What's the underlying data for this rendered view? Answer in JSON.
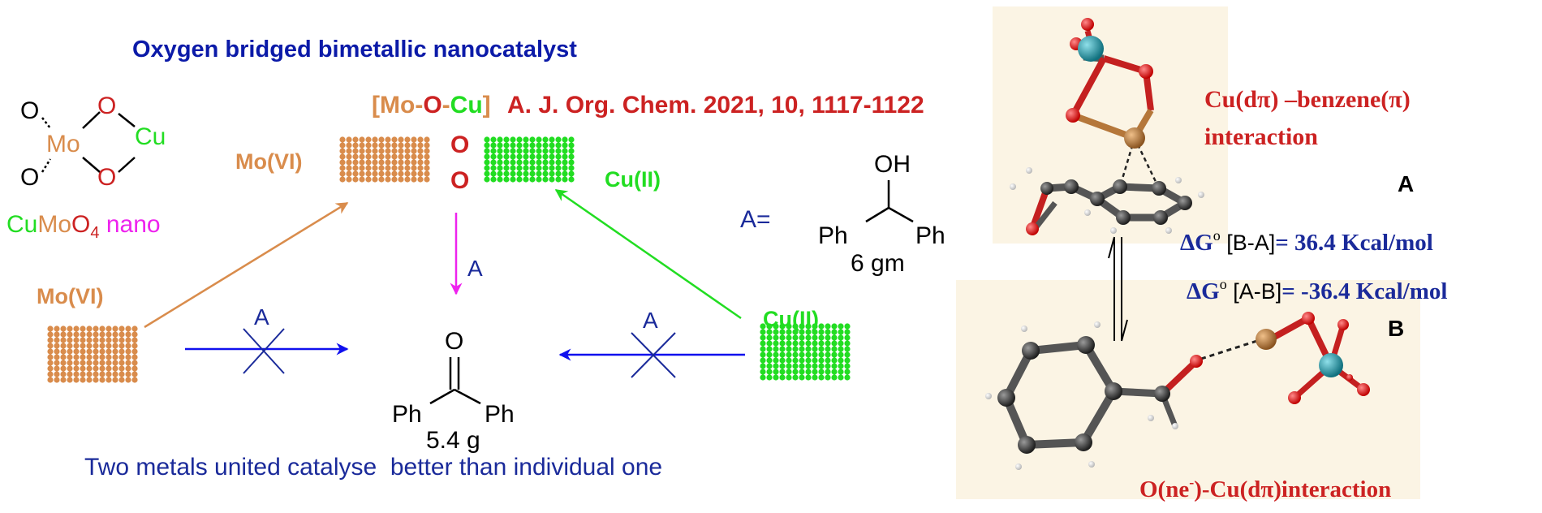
{
  "title": "Oxygen bridged bimetallic nanocatalyst",
  "formula_label": "[Mo-O-Cu]",
  "formula_parts": {
    "mo": "[Mo",
    "dash1": "-",
    "o": "O",
    "dash2": "-",
    "cu": "Cu",
    "close": "]"
  },
  "reference": "A. J. Org. Chem. 2021, 10, 1117-1122",
  "structure": {
    "o_top_left": "O",
    "o_bottom_left": "O",
    "mo": "Mo",
    "o_ring_top": "O",
    "o_ring_bottom": "O",
    "cu": "Cu"
  },
  "nano_label": {
    "cu": "Cu",
    "mo": "Mo",
    "o": "O",
    "subscript": "4",
    "suffix": " nano"
  },
  "mo_vi_label": "Mo(VI)",
  "cu_ii_label": "Cu(II)",
  "bridge_o_top": "O",
  "bridge_o_bottom": "O",
  "a_equals": "A=",
  "arrow_reagent_label": "A",
  "reactant": {
    "oh": "OH",
    "ph_left": "Ph",
    "ph_right": "Ph",
    "amount": "6 gm"
  },
  "product": {
    "o": "O",
    "ph_left": "Ph",
    "ph_right": "Ph",
    "amount": "5.4 g"
  },
  "bottom_caption": "Two metals united catalyse  better than individual one",
  "interaction_top": {
    "line1": "Cu(dπ) –benzene(π)",
    "line2": "interaction"
  },
  "label_a": "A",
  "label_b": "B",
  "delta_g_ba": {
    "symbol": "ΔG",
    "sup": "o",
    "bracket": " [B-A]",
    "value": "= 36.4 Kcal/mol"
  },
  "delta_g_ab": {
    "symbol": "ΔG",
    "sup": "o",
    "bracket": " [A-B]",
    "value": "= -36.4 Kcal/mol"
  },
  "interaction_bottom": {
    "start": "O(ne",
    "sup": "-",
    "end": ")-Cu(dπ)interaction"
  },
  "colors": {
    "blue_title": "#0b1aa8",
    "navy": "#1a2a9a",
    "orange": "#d98c4c",
    "green": "#22dd22",
    "red": "#cc2222",
    "magenta": "#ee22ee",
    "arrow_blue": "#1010ee",
    "cu_atom": "#b5773a",
    "mo_atom": "#1f8a9a",
    "o_atom": "#e01010",
    "c_atom": "#3a3a3a",
    "panel_bg": "#fbf4e4"
  }
}
